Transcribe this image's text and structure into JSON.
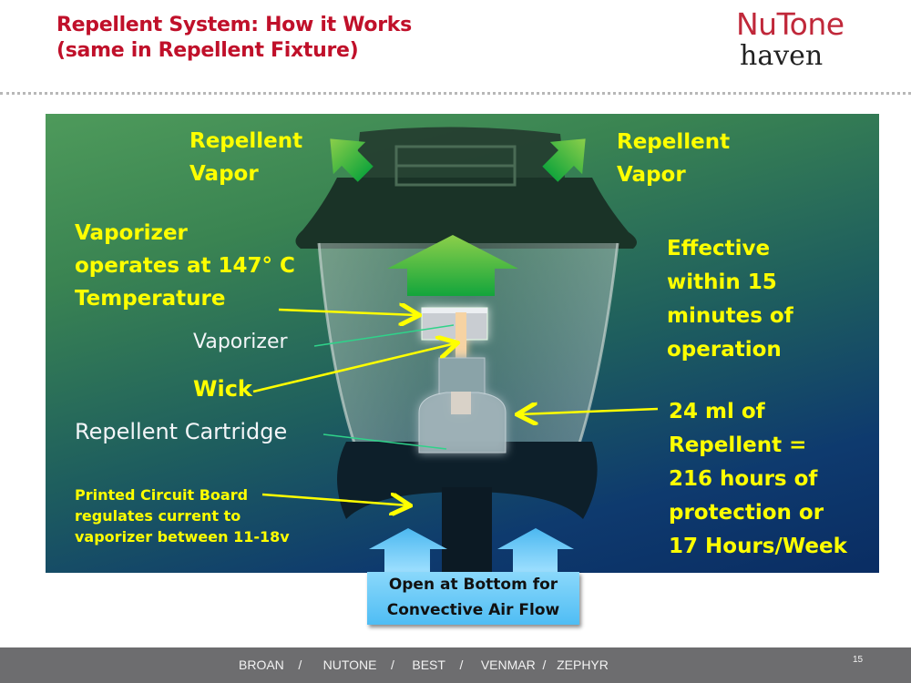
{
  "header": {
    "title_line1": "Repellent System:  How it Works",
    "title_line2": "(same in Repellent Fixture)",
    "logo_brand": "NuTone",
    "logo_sub": "haven"
  },
  "diagram": {
    "vapor_left_line1": "Repellent",
    "vapor_left_line2": "Vapor",
    "vapor_right_line1": "Repellent",
    "vapor_right_line2": "Vapor",
    "vaporizer_temp_lines": [
      "Vaporizer",
      "operates at 147° C",
      "Temperature"
    ],
    "vaporizer_label": "Vaporizer",
    "wick_label": "Wick",
    "cartridge_label": "Repellent Cartridge",
    "pcb_lines": [
      "Printed Circuit Board",
      "regulates current  to",
      "vaporizer between 11-18v"
    ],
    "effective_lines": [
      "Effective",
      "within 15",
      "minutes of",
      "operation"
    ],
    "capacity_lines": [
      "24 ml of",
      "Repellent =",
      "216 hours of",
      "protection or",
      "17 Hours/Week"
    ],
    "airflow_callout_line1": "Open at Bottom for",
    "airflow_callout_line2": "Convective Air Flow",
    "colors": {
      "label_yellow": "#ffff00",
      "vapor_arrow_green": "#3fbf4f",
      "air_arrow_blue": "#6cc8f7",
      "title_red": "#c0102a"
    }
  },
  "footer": {
    "brands": [
      "BROAN",
      "NUTONE",
      "BEST",
      "VENMAR",
      "ZEPHYR"
    ],
    "separator": "/",
    "page_number": "15"
  }
}
